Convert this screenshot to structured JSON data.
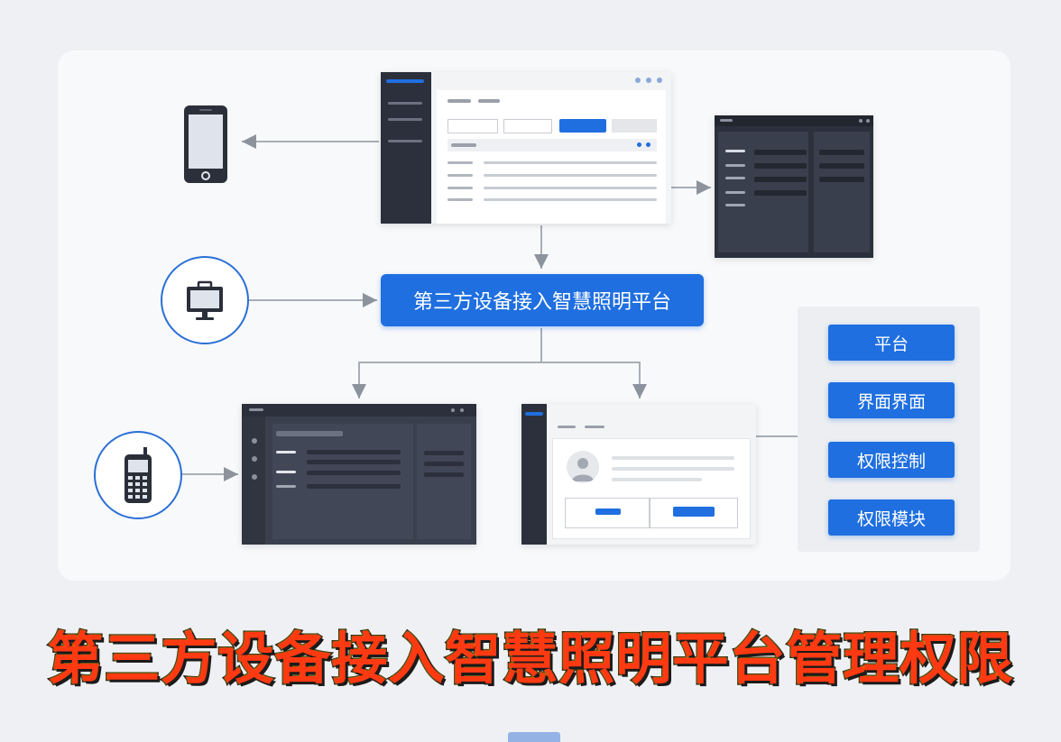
{
  "center_node": {
    "label": "第三方设备接入智慧照明平台"
  },
  "side_nodes": [
    {
      "label": "平台"
    },
    {
      "label": "界面界面"
    },
    {
      "label": "权限控制"
    },
    {
      "label": "权限模块"
    }
  ],
  "banner": {
    "text": "第三方设备接入智慧照明平台管理权限"
  },
  "colors": {
    "accent": "#1f6fe0",
    "dark_panel": "#3a3f4d",
    "banner_fill": "#ff3a12",
    "banner_stroke": "#1b1b1b"
  },
  "icons": [
    "smartphone-icon",
    "monitor-briefcase-icon",
    "feature-phone-icon",
    "avatar-icon"
  ]
}
